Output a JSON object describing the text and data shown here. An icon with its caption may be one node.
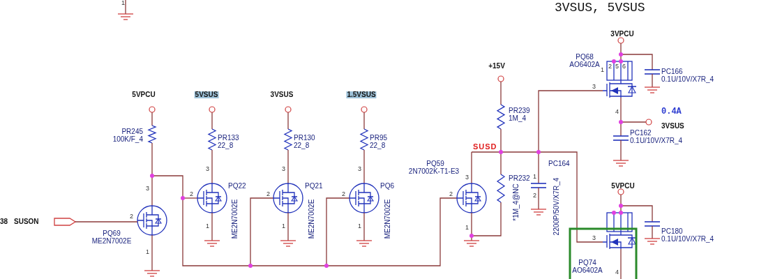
{
  "diagram": {
    "title": "3VSUS, 5VSUS",
    "labels": [
      "1",
      "5VPCU",
      "5VSUS",
      "3VSUS",
      "1.5VSUS",
      "+15V",
      "3VPCU",
      "PQ68",
      "AO6402A",
      "1",
      "2",
      "5",
      "6",
      "PC166",
      "0.1U/10V/X7R_4",
      "3",
      "4",
      "0.4A",
      "3VSUS",
      "PR239",
      "1M_4",
      "PR245",
      "100K/F_4",
      "PR133",
      "22_8",
      "PR130",
      "22_8",
      "PR95",
      "22_8",
      "PC162",
      "0.1U/10V/X7R_4",
      "SUSD",
      "PQ59",
      "2N7002K-T1-E3",
      "PC164",
      "3",
      "3",
      "3",
      "3",
      "3",
      "PQ22",
      "PQ21",
      "PQ6",
      "2",
      "2",
      "2",
      "2",
      "PR232",
      "1",
      "2",
      "*1M_4@NC",
      "2200P/50V/X7R_4",
      "5VPCU",
      "38",
      "SUSON",
      "2",
      "ME2N7002E",
      "ME2N7002E",
      "ME2N7002E",
      "1",
      "1",
      "1",
      "1",
      "PQ69",
      "ME2N7002E",
      "PC180",
      "0.1U/10V/X7R_4",
      "3",
      "1",
      "PQ74",
      "AO6402A",
      "4"
    ]
  }
}
